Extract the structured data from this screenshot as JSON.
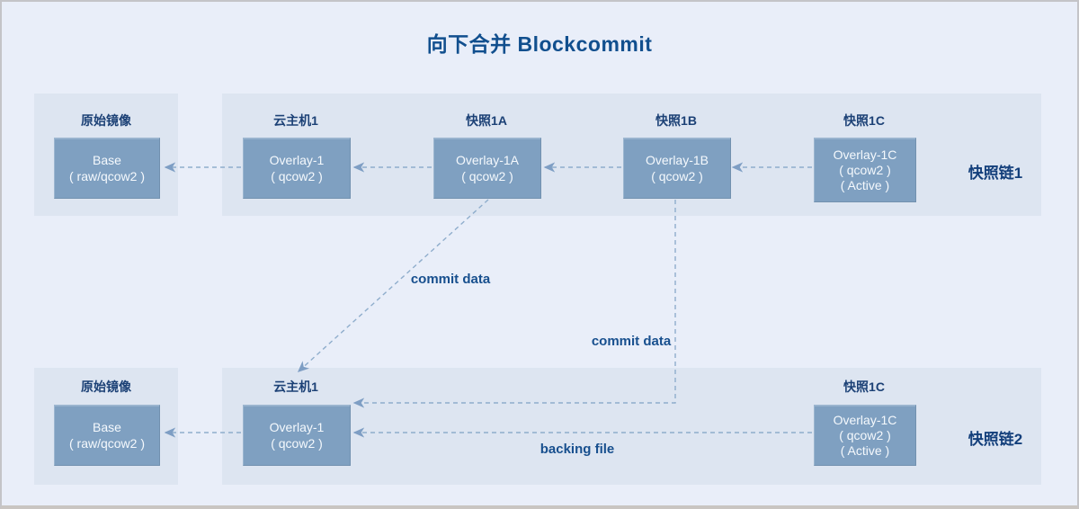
{
  "title": "向下合并 Blockcommit",
  "chain1": {
    "label": "快照链1",
    "base": {
      "caption": "原始镜像",
      "line1": "Base",
      "line2": "( raw/qcow2 )"
    },
    "overlay1": {
      "caption": "云主机1",
      "line1": "Overlay-1",
      "line2": "( qcow2 )"
    },
    "overlay1a": {
      "caption": "快照1A",
      "line1": "Overlay-1A",
      "line2": "( qcow2 )"
    },
    "overlay1b": {
      "caption": "快照1B",
      "line1": "Overlay-1B",
      "line2": "( qcow2 )"
    },
    "overlay1c": {
      "caption": "快照1C",
      "line1": "Overlay-1C",
      "line2": "( qcow2 )",
      "line3": "( Active )"
    }
  },
  "chain2": {
    "label": "快照链2",
    "base": {
      "caption": "原始镜像",
      "line1": "Base",
      "line2": "( raw/qcow2 )"
    },
    "overlay1": {
      "caption": "云主机1",
      "line1": "Overlay-1",
      "line2": "( qcow2 )"
    },
    "overlay1c": {
      "caption": "快照1C",
      "line1": "Overlay-1C",
      "line2": "( qcow2 )",
      "line3": "( Active )"
    }
  },
  "annotations": {
    "commit_data_a": "commit data",
    "commit_data_b": "commit data",
    "backing_file": "backing file"
  },
  "colors": {
    "background": "#e9eef9",
    "panel": "#dde5f1",
    "node_fill": "#7fa0c1",
    "node_text": "#f5f9fd",
    "arrow": "#8fadcc",
    "title_text": "#114f8e",
    "caption_text": "#1c4176",
    "chain_label_text": "#133f7b"
  }
}
